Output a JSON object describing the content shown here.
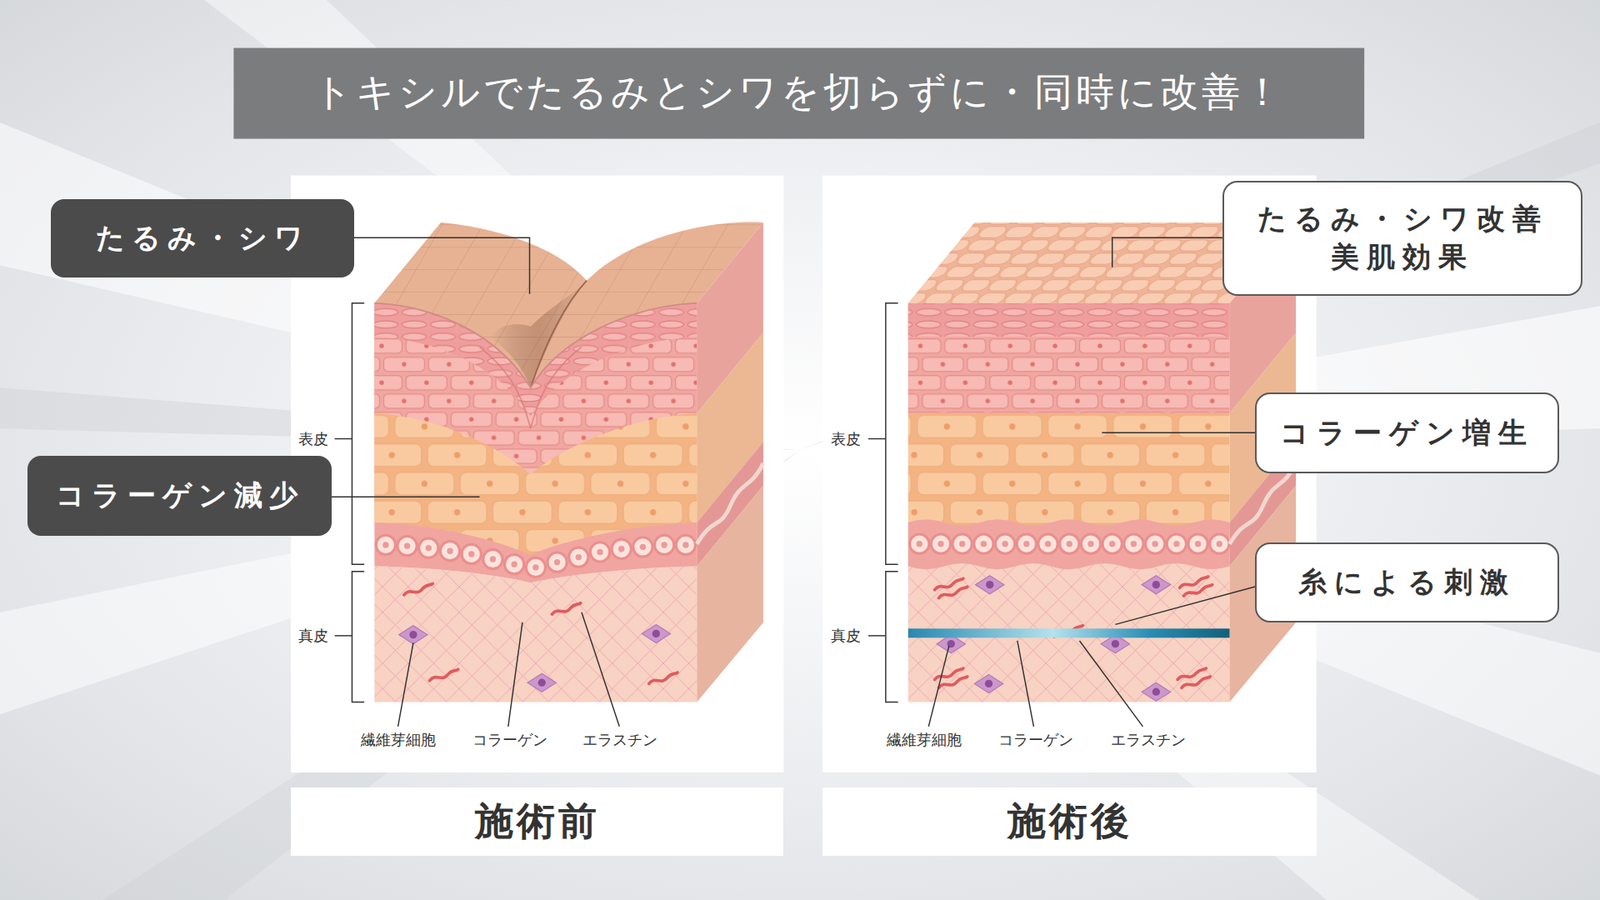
{
  "diagram": {
    "title": "トキシルでたるみとシワを切らずに・同時に改善！",
    "nodes": [
      {
        "text": [
          "たるみ・シワ"
        ]
      },
      {
        "text": [
          "たるみ・シワ改善",
          "美肌効果"
        ]
      },
      {
        "text": [
          "コラーゲン増生"
        ]
      },
      {
        "text": [
          "コラーゲン減少"
        ]
      },
      {
        "text": [
          "糸による刺激"
        ]
      },
      {
        "text": [
          "施術前"
        ]
      },
      {
        "text": [
          "施術後"
        ]
      }
    ],
    "labels": [
      "表皮",
      "表皮",
      "真皮",
      "真皮",
      "繊維芽細胞",
      "コラーゲン",
      "エラスチン",
      "繊維芽細胞",
      "コラーゲン",
      "エラスチン"
    ]
  }
}
